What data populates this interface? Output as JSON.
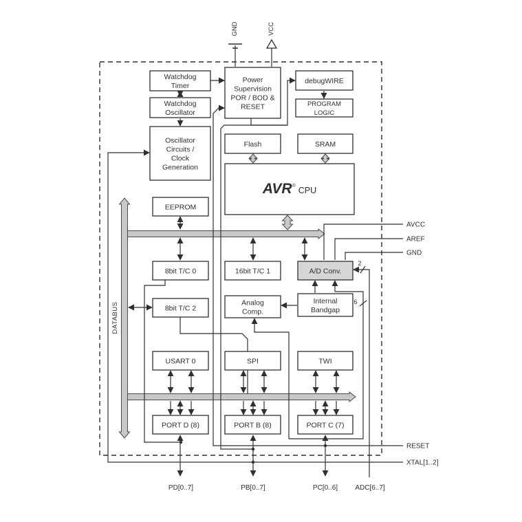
{
  "pins": {
    "top": [
      {
        "id": "gnd_top",
        "label": "GND"
      },
      {
        "id": "vcc",
        "label": "VCC"
      }
    ],
    "right": [
      {
        "id": "avcc",
        "label": "AVCC"
      },
      {
        "id": "aref",
        "label": "AREF"
      },
      {
        "id": "gnd_right",
        "label": "GND"
      },
      {
        "id": "reset",
        "label": "RESET"
      },
      {
        "id": "xtal",
        "label": "XTAL[1..2]"
      }
    ],
    "bottom": [
      {
        "id": "pd",
        "label": "PD[0..7]"
      },
      {
        "id": "pb",
        "label": "PB[0..7]"
      },
      {
        "id": "pc",
        "label": "PC[0..6]"
      },
      {
        "id": "adc_pins",
        "label": "ADC[6..7]"
      }
    ]
  },
  "blocks": {
    "watchdog_timer": {
      "label": "Watchdog Timer",
      "lines": [
        "Watchdog",
        "Timer"
      ]
    },
    "watchdog_oscillator": {
      "label": "Watchdog Oscillator",
      "lines": [
        "Watchdog",
        "Oscillator"
      ]
    },
    "oscillator_circuits": {
      "label": "Oscillator Circuits / Clock Generation",
      "lines": [
        "Oscillator",
        "Circuits /",
        "Clock",
        "Generation"
      ]
    },
    "power_supervision": {
      "label": "Power Supervision POR / BOD & RESET",
      "lines": [
        "Power",
        "Supervision",
        "POR / BOD &",
        "RESET"
      ]
    },
    "debugwire": {
      "label": "debugWIRE",
      "lines": [
        "debugWIRE"
      ]
    },
    "program_logic": {
      "label": "PROGRAM LOGIC",
      "lines": [
        "PROGRAM",
        "LOGIC"
      ]
    },
    "flash": {
      "label": "Flash",
      "lines": [
        "Flash"
      ]
    },
    "sram": {
      "label": "SRAM",
      "lines": [
        "SRAM"
      ]
    },
    "eeprom": {
      "label": "EEPROM",
      "lines": [
        "EEPROM"
      ]
    },
    "tc0": {
      "label": "8bit T/C 0",
      "lines": [
        "8bit T/C 0"
      ]
    },
    "tc1": {
      "label": "16bit T/C 1",
      "lines": [
        "16bit T/C 1"
      ]
    },
    "ad_conv": {
      "label": "A/D Conv.",
      "lines": [
        "A/D Conv."
      ]
    },
    "tc2": {
      "label": "8bit T/C 2",
      "lines": [
        "8bit T/C 2"
      ]
    },
    "analog_comp": {
      "label": "Analog Comp.",
      "lines": [
        "Analog",
        "Comp."
      ]
    },
    "internal_bandgap": {
      "label": "Internal Bandgap",
      "lines": [
        "Internal",
        "Bandgap"
      ]
    },
    "usart0": {
      "label": "USART 0",
      "lines": [
        "USART 0"
      ]
    },
    "spi": {
      "label": "SPI",
      "lines": [
        "SPI"
      ]
    },
    "twi": {
      "label": "TWI",
      "lines": [
        "TWI"
      ]
    },
    "portd": {
      "label": "PORT D (8)",
      "lines": [
        "PORT D (8)"
      ]
    },
    "portb": {
      "label": "PORT B (8)",
      "lines": [
        "PORT B (8)"
      ]
    },
    "portc": {
      "label": "PORT C (7)",
      "lines": [
        "PORT C (7)"
      ]
    }
  },
  "cpu_logo": {
    "brand": "AVR",
    "registered": "®",
    "label": "CPU"
  },
  "bus_label": "DATABUS",
  "bus_width_annotations": {
    "adc_channels": "2",
    "bandgap_channels": "6"
  },
  "colors": {
    "line": "#2f2f2f",
    "bus_fill": "#c8c8c8",
    "bus_stroke": "#4a4a4a",
    "block_fill": "#ffffff",
    "shaded_block_fill": "#d6d6d6",
    "background": "#ffffff"
  }
}
